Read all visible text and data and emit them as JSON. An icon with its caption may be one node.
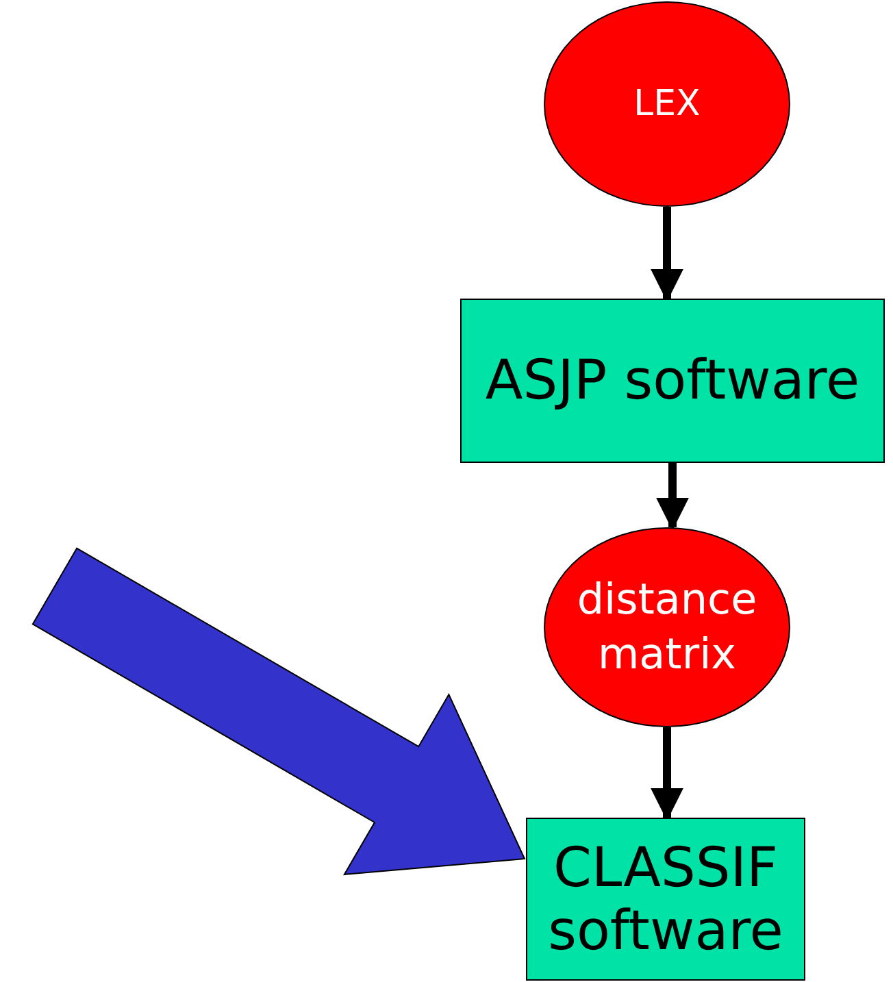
{
  "diagram": {
    "nodes": [
      {
        "text": [
          "LEX"
        ]
      },
      {
        "text": [
          "ASJP software"
        ]
      },
      {
        "text": [
          "distance matrix"
        ]
      },
      {
        "text": [
          "CLASSIF software"
        ]
      }
    ],
    "edges": [
      {
        "from": 0,
        "to": 1,
        "arrow": "to"
      },
      {
        "from": 1,
        "to": 2,
        "arrow": "to"
      },
      {
        "from": 2,
        "to": 3,
        "arrow": "to"
      },
      {
        "from": null,
        "to": 3,
        "arrow": "to",
        "style": "thick",
        "color": "#3333cc"
      }
    ]
  }
}
